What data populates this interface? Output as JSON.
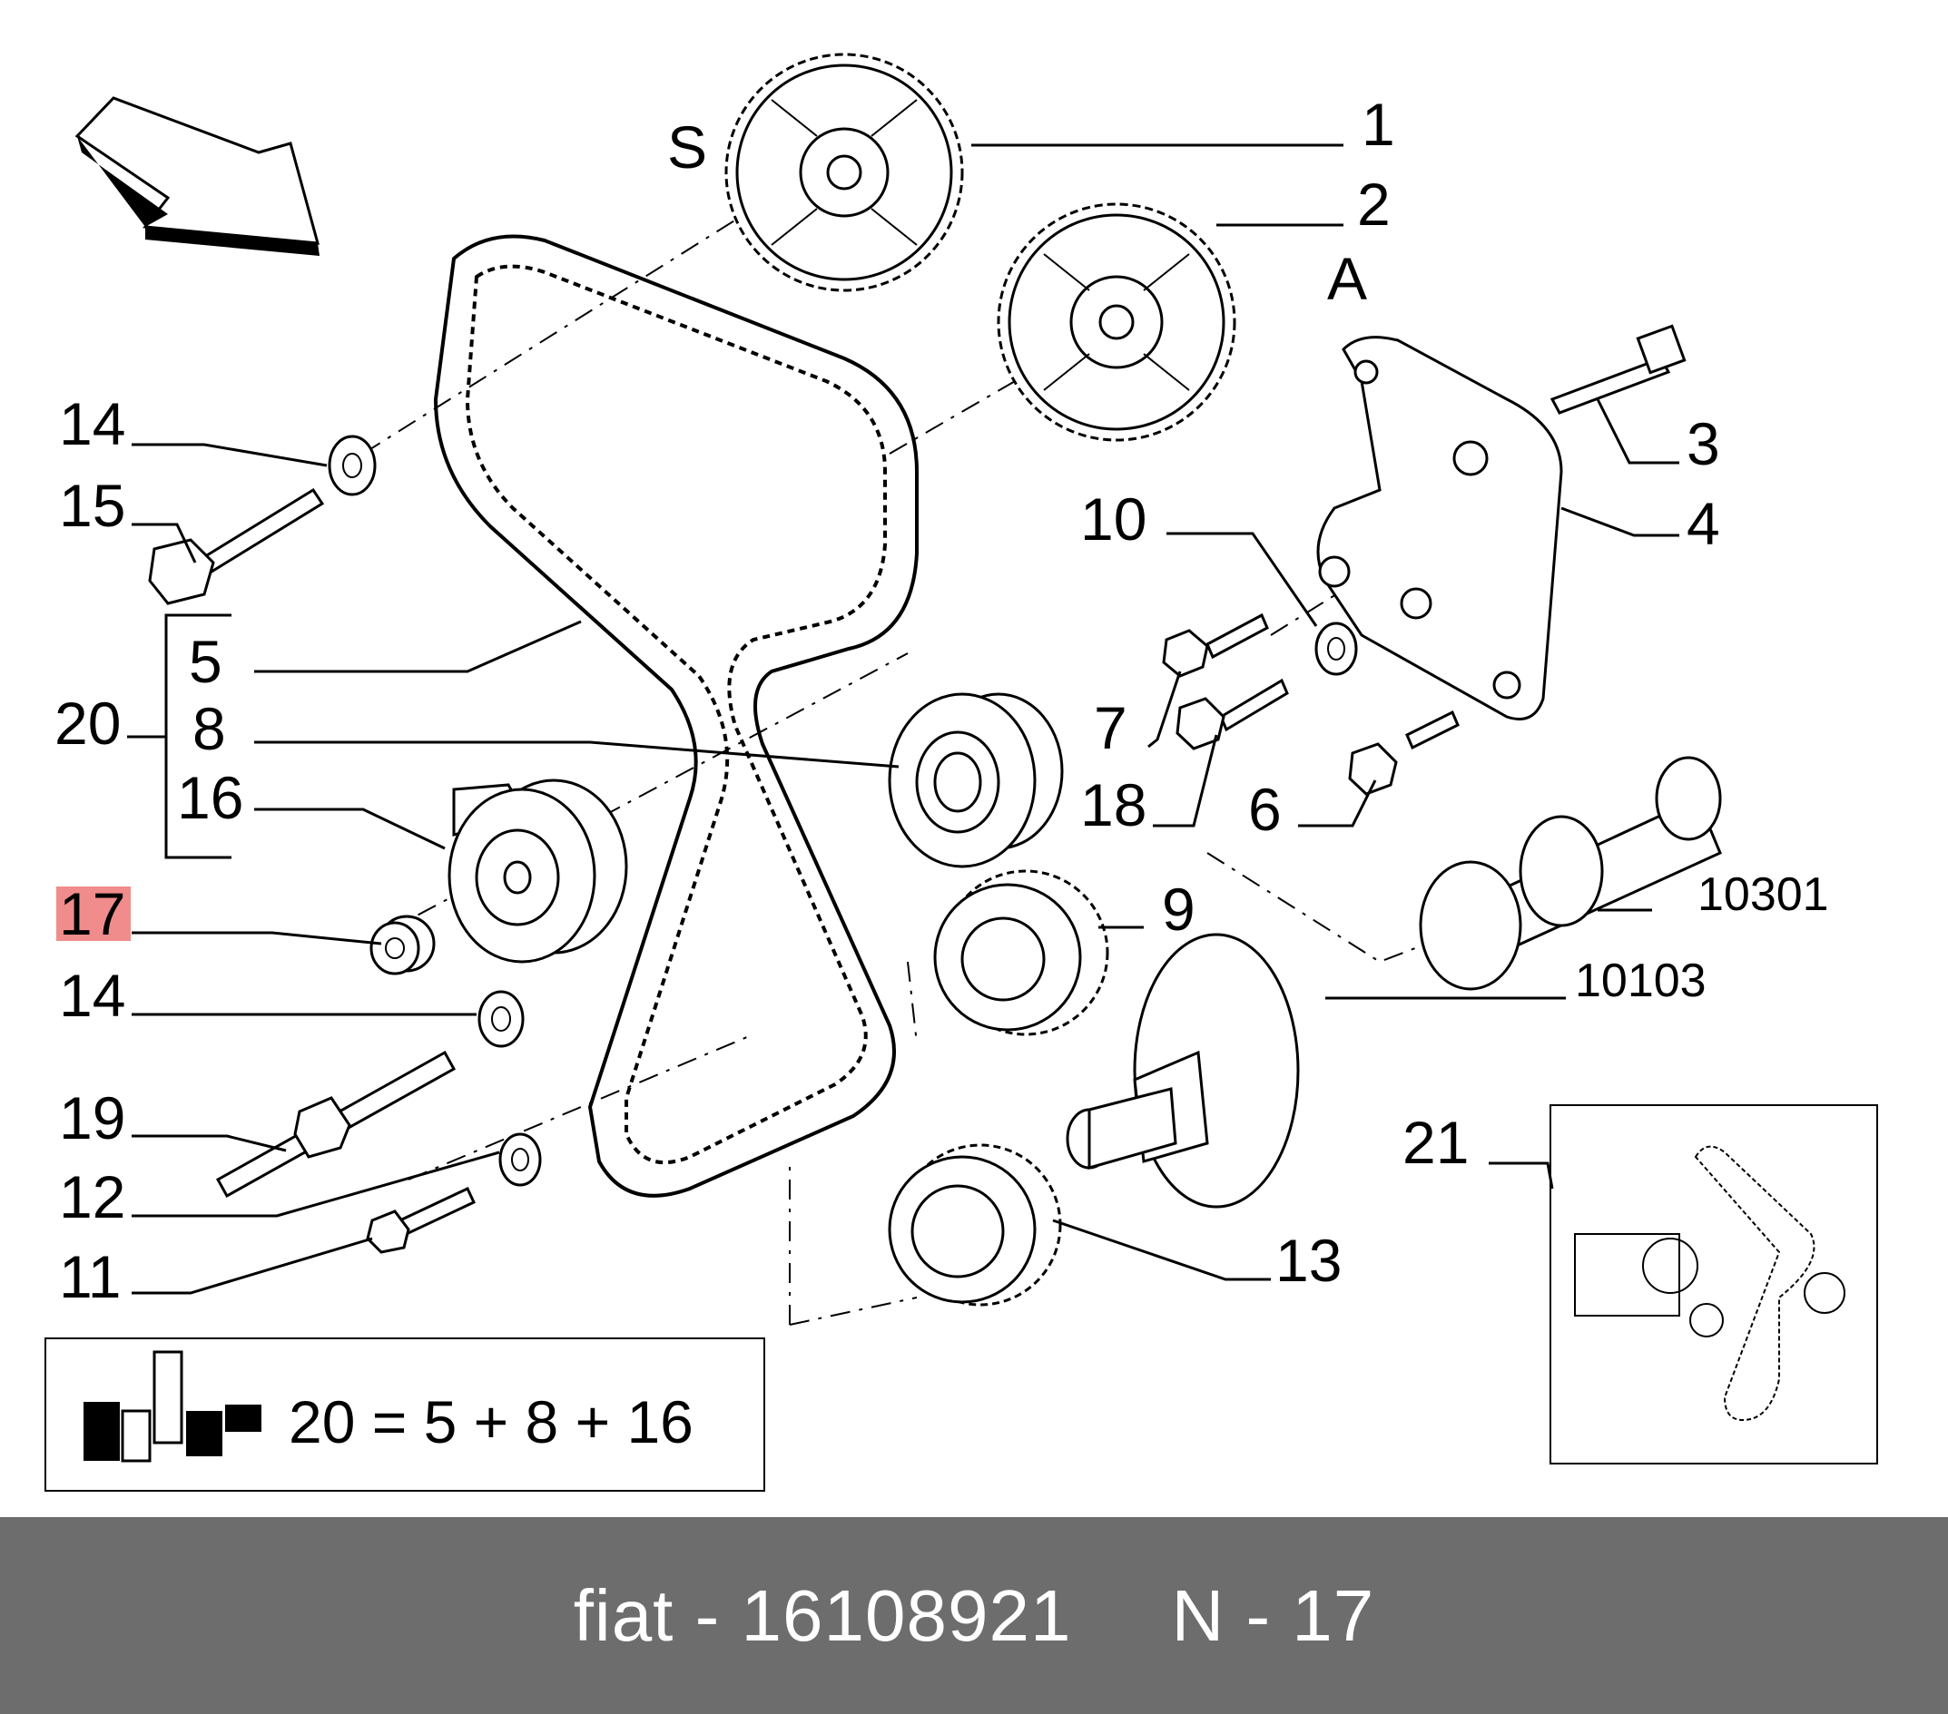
{
  "diagram": {
    "labels": {
      "p1": "1",
      "p2": "2",
      "p3": "3",
      "p4": "4",
      "p5": "5",
      "p6": "6",
      "p7": "7",
      "p8": "8",
      "p9": "9",
      "p10": "10",
      "p11": "11",
      "p12": "12",
      "p13": "13",
      "p14a": "14",
      "p14b": "14",
      "p15": "15",
      "p16": "16",
      "p17": "17",
      "p18": "18",
      "p19": "19",
      "p20": "20",
      "p21": "21",
      "p10103": "10103",
      "p10301": "10301",
      "markS": "S",
      "markA": "A"
    },
    "highlighted_part": "17",
    "highlight_color": "#f08c8c",
    "kit_formula": "20 = 5 + 8 + 16"
  },
  "footer": {
    "brand_part": "fiat - 16108921",
    "ref": "N - 17",
    "background": "#6d6d6d"
  }
}
